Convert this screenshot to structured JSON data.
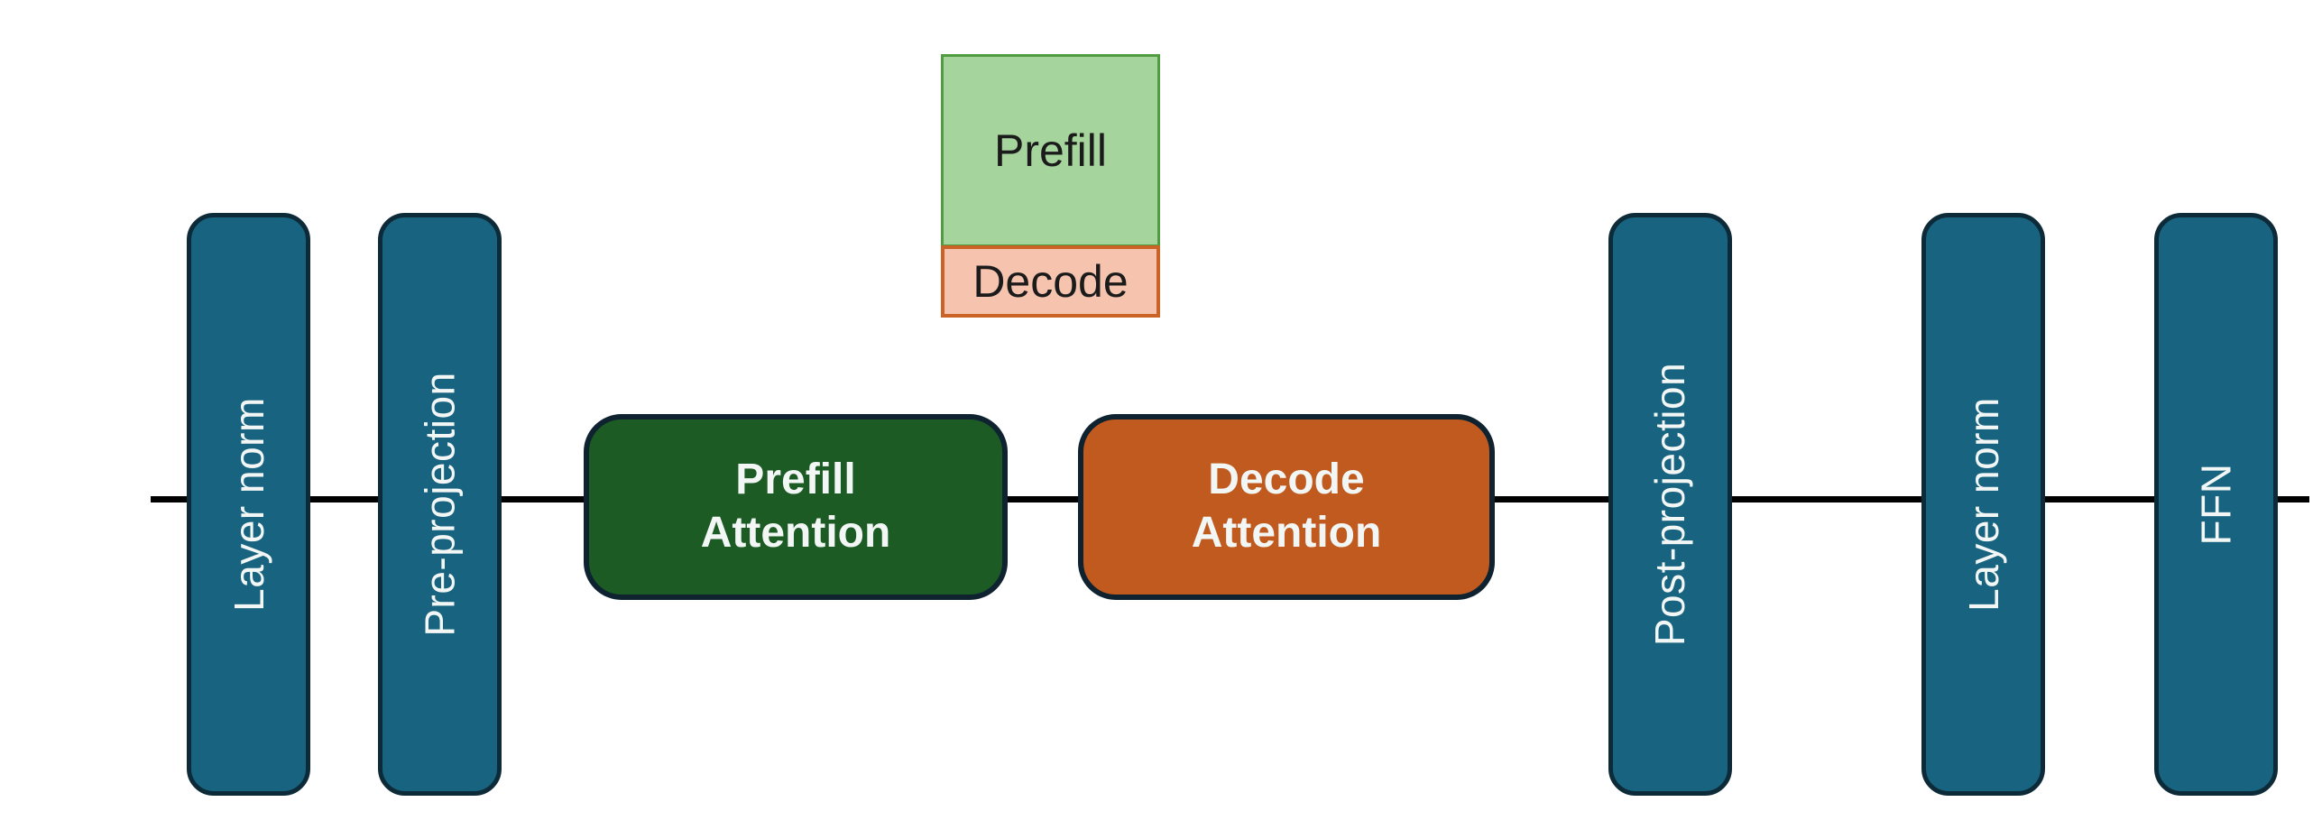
{
  "legend": {
    "prefill_label": "Prefill",
    "decode_label": "Decode"
  },
  "pillars": [
    {
      "label": "Layer norm"
    },
    {
      "label": "Pre-projection"
    },
    {
      "label": "Post-projection"
    },
    {
      "label": "Layer norm"
    },
    {
      "label": "FFN"
    }
  ],
  "attention_blocks": [
    {
      "label": "Prefill\nAttention"
    },
    {
      "label": "Decode\nAttention"
    }
  ],
  "colors": {
    "pillar-fill": "#186380",
    "pillar-border": "#0d2a38",
    "prefill-fill": "#1d5b24",
    "decode-fill": "#c15a1e",
    "attn-border": "#0e2230",
    "legend-prefill-fill": "#a5d49c",
    "legend-prefill-border": "#4f9c41",
    "legend-decode-fill": "#f5c3ae",
    "legend-decode-border": "#cb6327",
    "line-color": "#000000",
    "light-text": "#f2f7f6",
    "dark-text": "#1b1b1b"
  }
}
